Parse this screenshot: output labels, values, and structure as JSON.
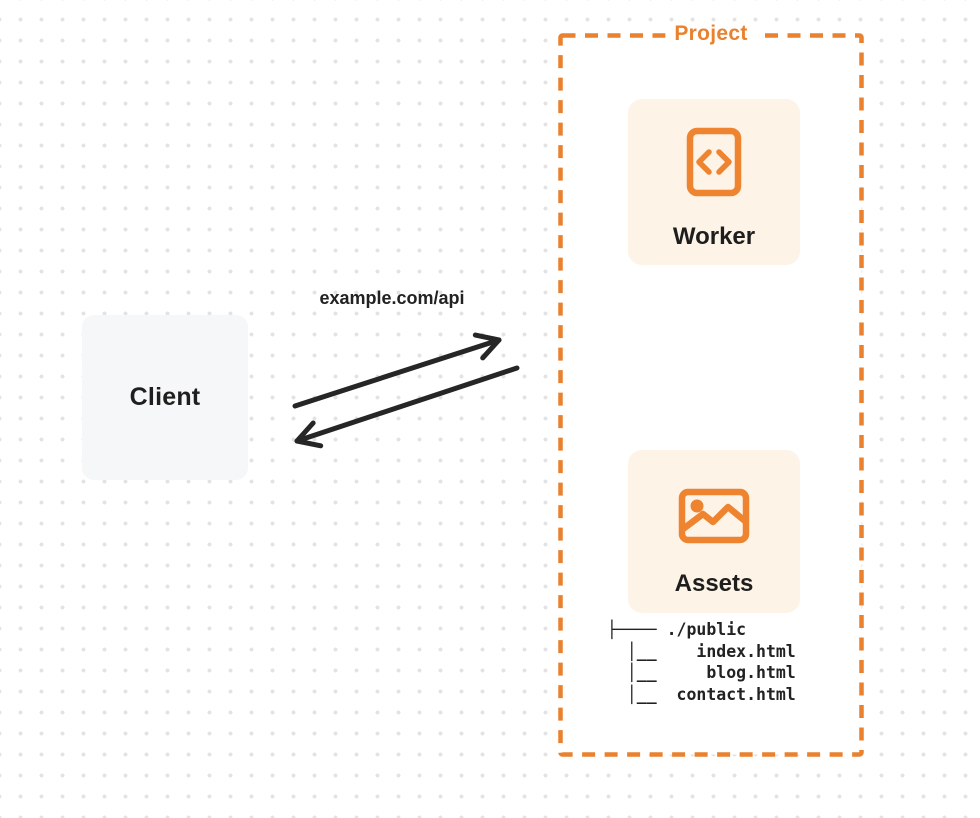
{
  "colors": {
    "orange": "#e9812e",
    "card_cream": "#fdf3e6",
    "card_gray": "#f6f7f8",
    "text_dark": "#1f1f1f",
    "arrow_dark": "#262626",
    "dot_grid": "#e3e3e6"
  },
  "client": {
    "label": "Client"
  },
  "request": {
    "label": "example.com/api"
  },
  "project": {
    "label": "Project",
    "worker": {
      "label": "Worker",
      "icon": "code-document-icon"
    },
    "assets": {
      "label": "Assets",
      "icon": "image-icon"
    },
    "file_tree": [
      "├──── ./public",
      "  │__    index.html",
      "  │__     blog.html",
      "  │__  contact.html"
    ]
  }
}
